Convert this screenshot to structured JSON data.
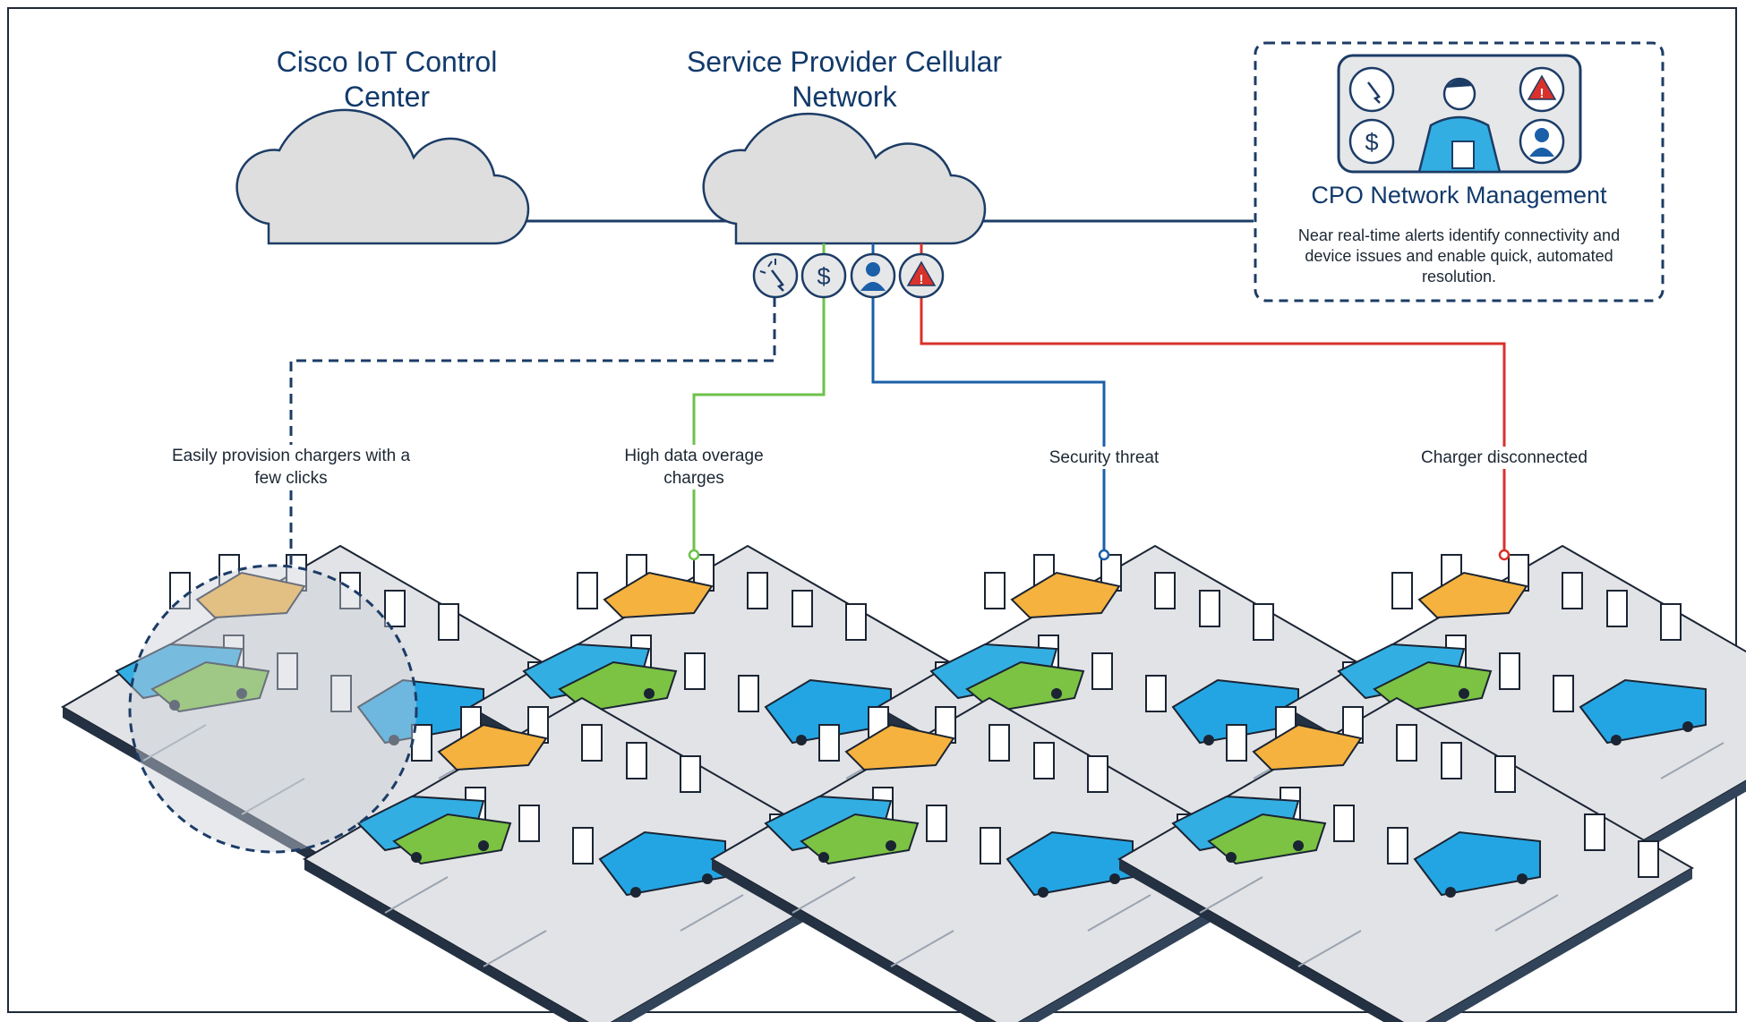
{
  "nodes": {
    "iot_cloud": {
      "title": "Cisco IoT Control Center"
    },
    "sp_cloud": {
      "title": "Service Provider Cellular Network"
    },
    "cpo": {
      "title": "CPO Network Management",
      "description": "Near real-time alerts identify connectivity and device issues and enable quick, automated resolution."
    }
  },
  "connections": [
    {
      "label": "Easily provision chargers with a few clicks",
      "icon": "touch-click-icon",
      "color": "#1c3c66",
      "style": "dashed"
    },
    {
      "label": "High data overage charges",
      "icon": "dollar-icon",
      "color": "#6cc24a",
      "style": "solid"
    },
    {
      "label": "Security threat",
      "icon": "user-threat-icon",
      "color": "#1b5fa8",
      "style": "solid"
    },
    {
      "label": "Charger disconnected",
      "icon": "warning-icon",
      "color": "#d9312b",
      "style": "solid"
    }
  ],
  "colors": {
    "cloud_fill": "#dedede",
    "cloud_stroke": "#1c3c66",
    "text_navy": "#123a6b",
    "car_orange": "#f6b23e",
    "car_green": "#7cc243",
    "car_blue": "#33aee3",
    "van_blue": "#24a5e3"
  }
}
